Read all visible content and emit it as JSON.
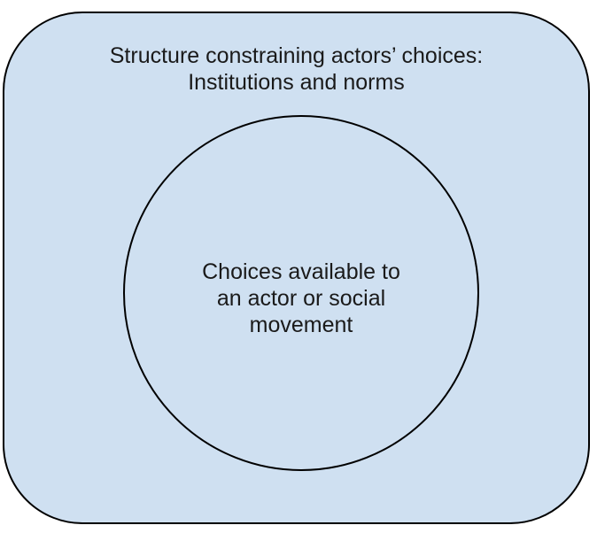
{
  "diagram": {
    "outer_box": {
      "title_line1": "Structure constraining actors’ choices:",
      "title_line2": "Institutions and norms",
      "fill_color": "#cfe0f1",
      "border_color": "#000000",
      "shape": "rounded-rectangle"
    },
    "inner_circle": {
      "label_line1": "Choices available to",
      "label_line2": "an actor or social",
      "label_line3": "movement",
      "fill_color": "#cfe0f1",
      "border_color": "#000000",
      "shape": "circle"
    }
  }
}
